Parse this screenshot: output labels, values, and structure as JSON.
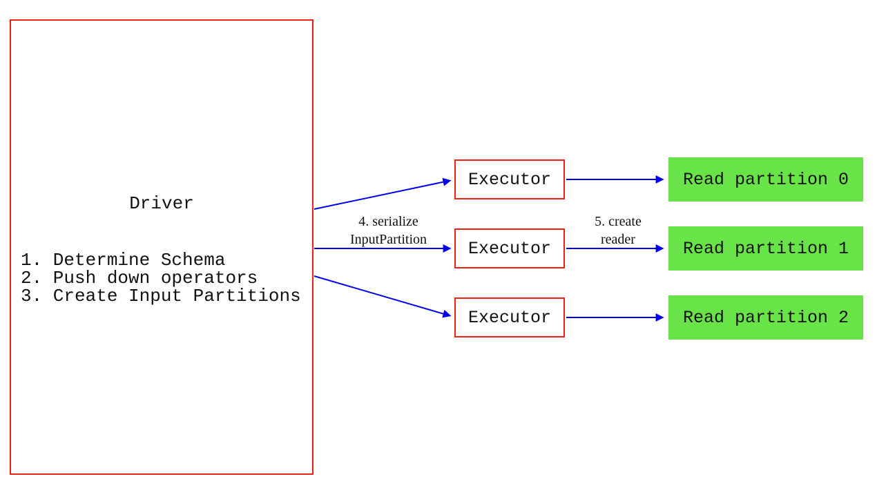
{
  "diagram": {
    "driver": {
      "title": "Driver",
      "steps": [
        "1. Determine Schema",
        "2. Push down operators",
        "3. Create Input Partitions"
      ]
    },
    "executors": [
      "Executor",
      "Executor",
      "Executor"
    ],
    "partitions": [
      "Read partition 0",
      "Read partition 1",
      "Read partition 2"
    ],
    "edge_labels": {
      "serialize_line1": "4. serialize",
      "serialize_line2": "InputPartition",
      "reader_line1": "5. create",
      "reader_line2": "reader"
    },
    "colors": {
      "box_border": "#ee2211",
      "partition_fill": "#68e348",
      "arrow": "#0000ee",
      "text": "#111111"
    }
  }
}
